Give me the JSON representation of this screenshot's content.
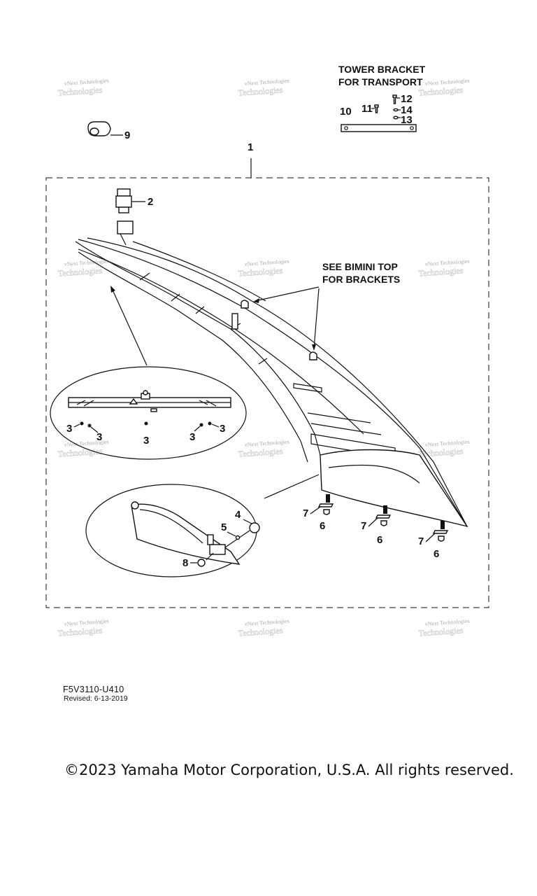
{
  "transport_bracket": {
    "line1": "TOWER BRACKET",
    "line2": "FOR TRANSPORT"
  },
  "bimini_note": {
    "line1": "SEE BIMINI TOP",
    "line2": "FOR BRACKETS"
  },
  "callouts": {
    "c1": "1",
    "c2": "2",
    "c3": "3",
    "c4": "4",
    "c5": "5",
    "c6": "6",
    "c7": "7",
    "c8": "8",
    "c9": "9",
    "c10": "10",
    "c11": "11",
    "c12": "12",
    "c13": "13",
    "c14": "14"
  },
  "watermark": {
    "line1": "vNext Technologies",
    "line2": "Technologies"
  },
  "footer": {
    "code": "F5V3110-U410",
    "revised": "Revised: 6-13-2019",
    "copyright": "©2023 Yamaha Motor Corporation, U.S.A. All rights reserved."
  },
  "colors": {
    "line": "#111111",
    "watermark": "#aaaaaa",
    "background": "#ffffff"
  }
}
